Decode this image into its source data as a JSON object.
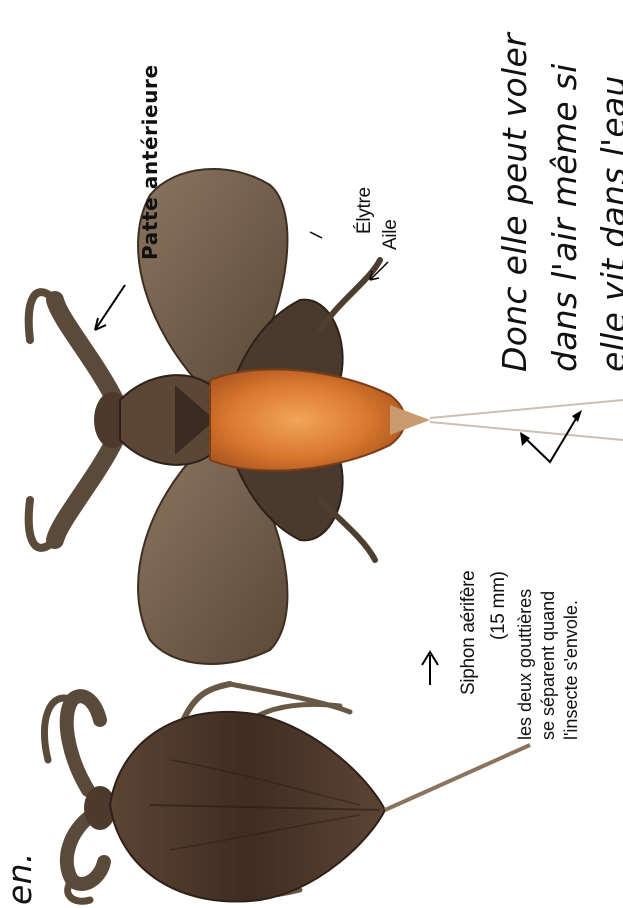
{
  "fragment": "en.",
  "labels": {
    "front_leg": "Patte antérieure",
    "elytra": "Élytre",
    "wing": "Aile",
    "siphon": "Siphon aérifère",
    "siphon_size": "(15 mm)",
    "gutter_line1": "les deux gouttières",
    "gutter_line2": "se séparent quand",
    "gutter_line3": "l'insecte s'envole."
  },
  "caption": {
    "line1": "Donc elle peut voler",
    "line2": "dans l'air même si",
    "line3": "elle vit dans l'eau"
  },
  "colors": {
    "body_brown": "#4a3628",
    "wing_brown": "#6e5a46",
    "abdomen_orange": "#d9782e",
    "leg_brown": "#5a4a3a"
  }
}
